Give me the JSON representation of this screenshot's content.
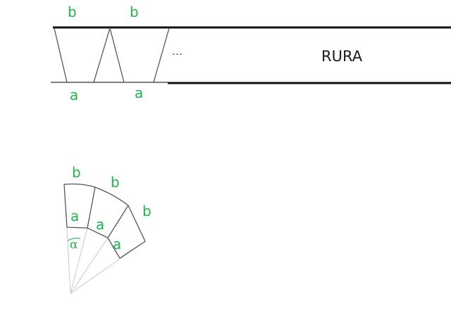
{
  "strip": {
    "top_labels": [
      "b",
      "b"
    ],
    "bottom_labels": [
      "a",
      "a"
    ],
    "ellipsis": "...",
    "pipe_label": "RURA"
  },
  "fan": {
    "outer_labels": [
      "b",
      "b",
      "b"
    ],
    "inner_labels": [
      "a",
      "a",
      "a"
    ],
    "angle_label": "α"
  },
  "colors": {
    "label": "#22b14c",
    "thick_line": "#111111",
    "thin_line": "#666666",
    "faint_line": "#c8c8c8"
  }
}
